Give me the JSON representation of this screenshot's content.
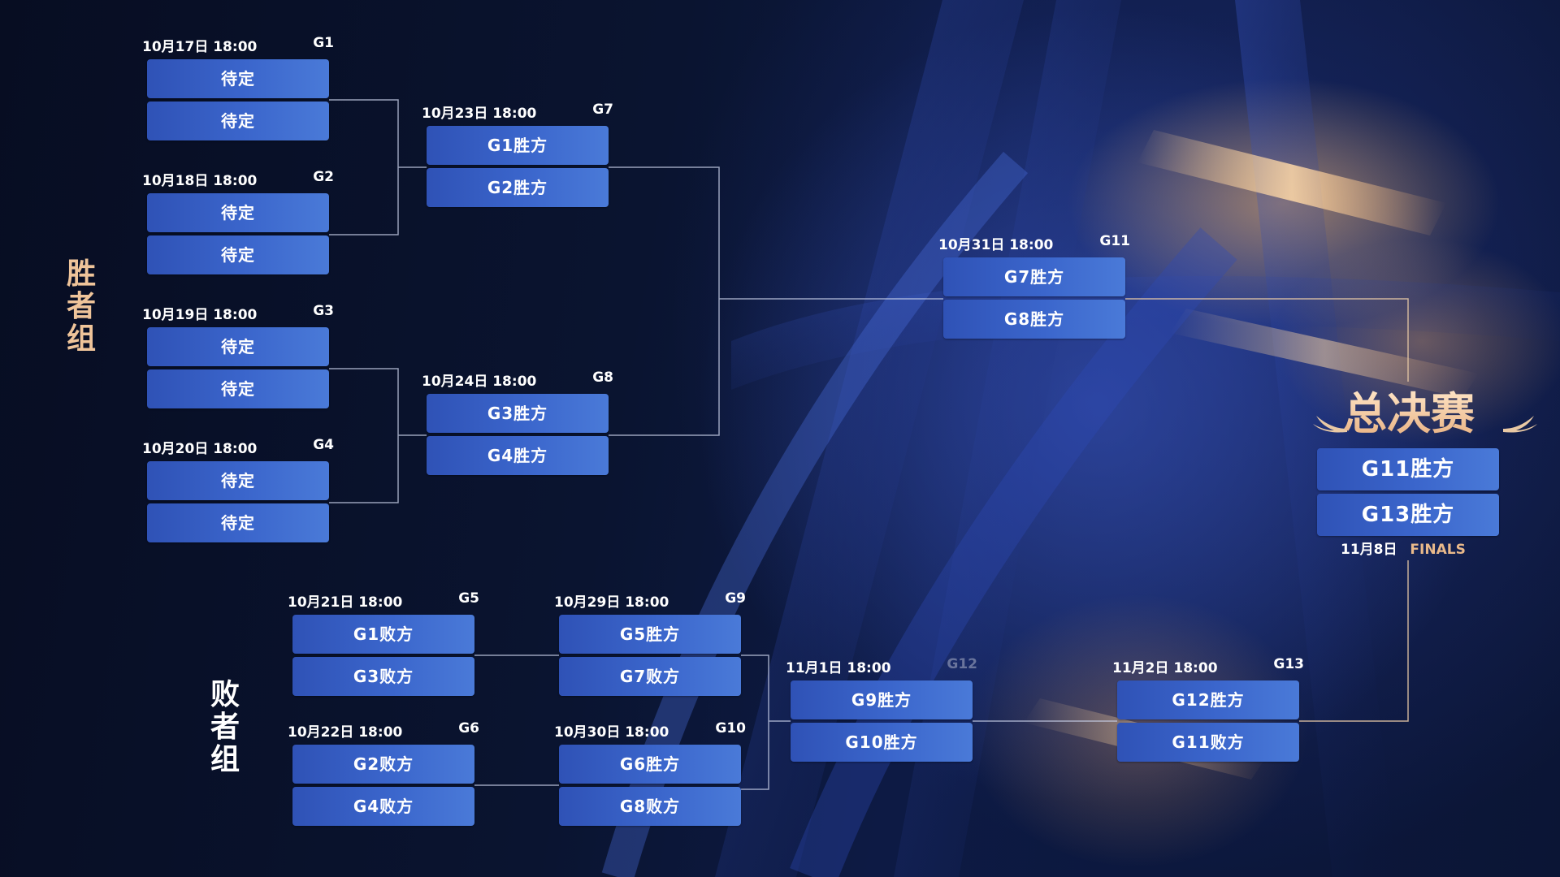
{
  "colors": {
    "slot_blue": "#3b66cc",
    "label_gold": "#f0c8a0",
    "finals_gold": "#e9b98a",
    "line_white": "#c9d2ea",
    "line_gold": "#e7c9a6"
  },
  "winners_label": [
    "胜",
    "者",
    "组"
  ],
  "losers_label": [
    "败",
    "者",
    "组"
  ],
  "matches": {
    "g1": {
      "date": "10月17日 18:00",
      "id": "G1",
      "teams": [
        "待定",
        "待定"
      ]
    },
    "g2": {
      "date": "10月18日 18:00",
      "id": "G2",
      "teams": [
        "待定",
        "待定"
      ]
    },
    "g3": {
      "date": "10月19日 18:00",
      "id": "G3",
      "teams": [
        "待定",
        "待定"
      ]
    },
    "g4": {
      "date": "10月20日 18:00",
      "id": "G4",
      "teams": [
        "待定",
        "待定"
      ]
    },
    "g7": {
      "date": "10月23日 18:00",
      "id": "G7",
      "teams": [
        "G1胜方",
        "G2胜方"
      ]
    },
    "g8": {
      "date": "10月24日 18:00",
      "id": "G8",
      "teams": [
        "G3胜方",
        "G4胜方"
      ]
    },
    "g11": {
      "date": "10月31日 18:00",
      "id": "G11",
      "teams": [
        "G7胜方",
        "G8胜方"
      ]
    },
    "g5": {
      "date": "10月21日 18:00",
      "id": "G5",
      "teams": [
        "G1败方",
        "G3败方"
      ]
    },
    "g6": {
      "date": "10月22日 18:00",
      "id": "G6",
      "teams": [
        "G2败方",
        "G4败方"
      ]
    },
    "g9": {
      "date": "10月29日 18:00",
      "id": "G9",
      "teams": [
        "G5胜方",
        "G7败方"
      ]
    },
    "g10": {
      "date": "10月30日 18:00",
      "id": "G10",
      "teams": [
        "G6胜方",
        "G8败方"
      ]
    },
    "g12": {
      "date": "11月1日 18:00",
      "id": "G12",
      "teams": [
        "G9胜方",
        "G10胜方"
      ]
    },
    "g13": {
      "date": "11月2日  18:00",
      "id": "G13",
      "teams": [
        "G12胜方",
        "G11败方"
      ]
    }
  },
  "finals": {
    "title": "总决赛",
    "teams": [
      "G11胜方",
      "G13胜方"
    ],
    "date": "11月8日",
    "label": "FINALS"
  }
}
